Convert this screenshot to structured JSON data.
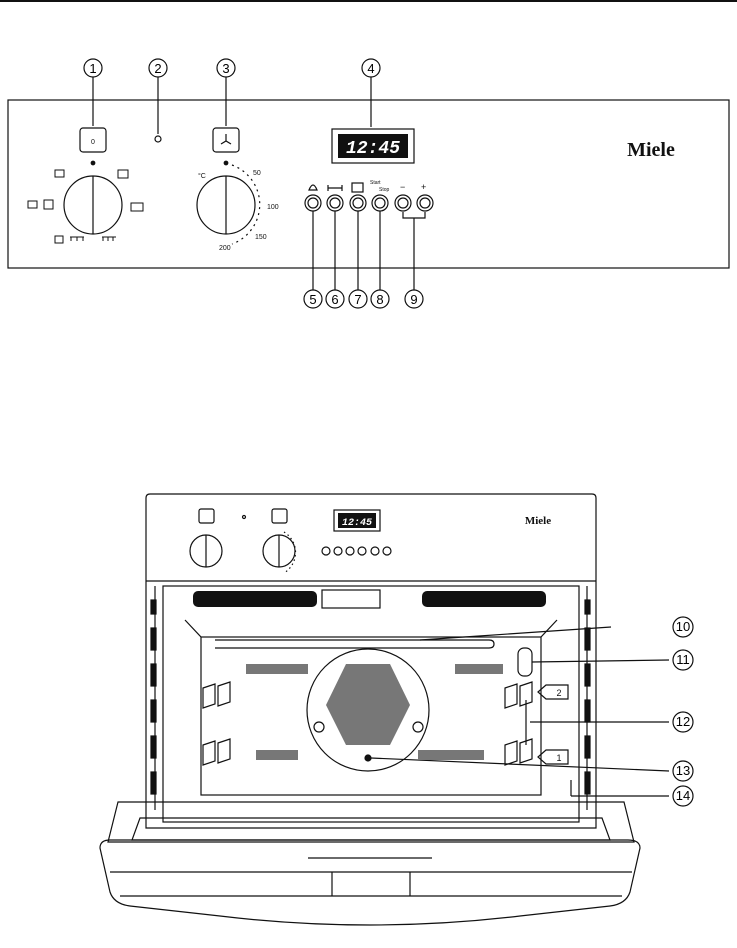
{
  "panel": {
    "brand": "Miele",
    "display_time": "12:45",
    "temperature_unit": "°C",
    "temp_scale": [
      "50",
      "100",
      "150",
      "200"
    ],
    "sensor_labels": [
      "Start",
      "Stop",
      "−",
      "+"
    ],
    "on_off_glyph": "0"
  },
  "callouts": [
    "1",
    "2",
    "3",
    "4",
    "5",
    "6",
    "7",
    "8",
    "9",
    "10",
    "11",
    "12",
    "13",
    "14"
  ],
  "runner_levels": [
    "1",
    "2"
  ]
}
